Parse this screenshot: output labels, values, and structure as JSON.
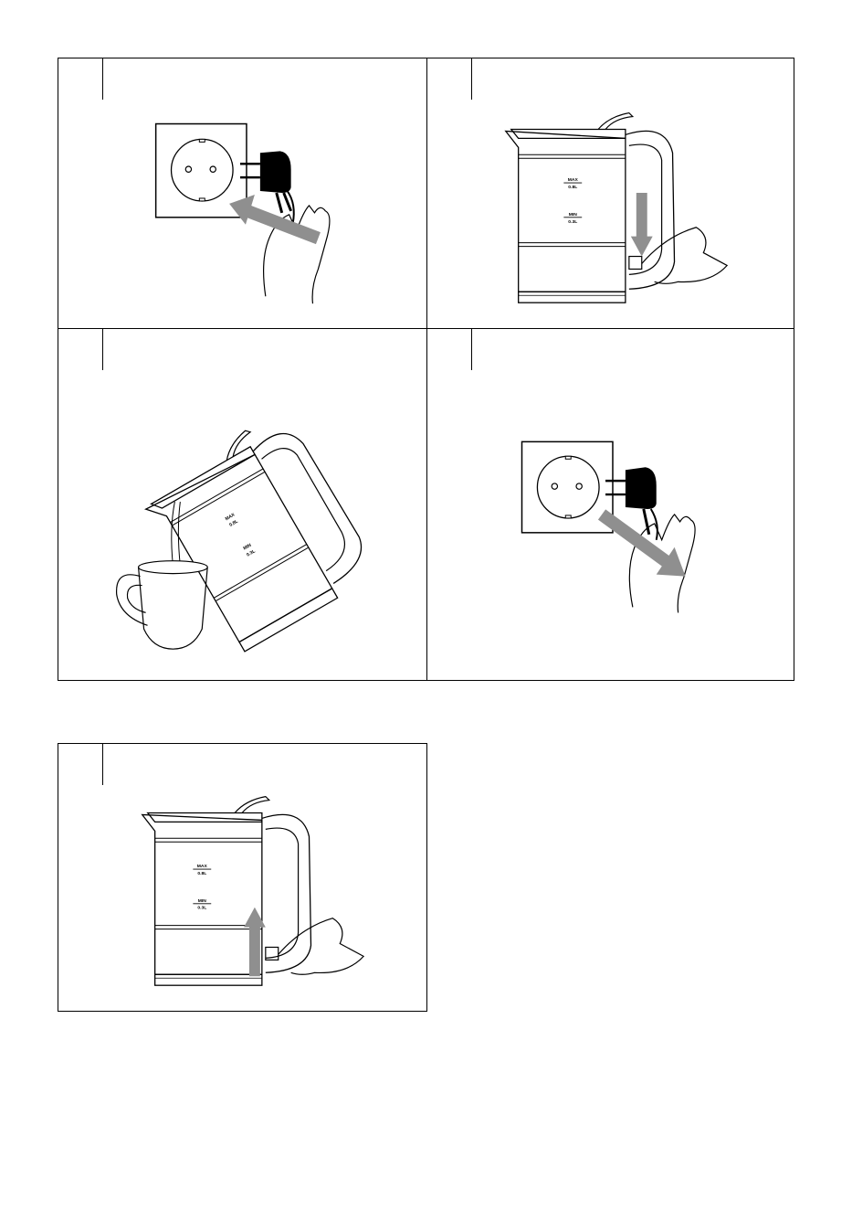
{
  "kettle_markings": {
    "max": "MAX",
    "max_volume": "0.8L",
    "min": "MIN",
    "min_volume": "0.3L"
  },
  "colors": {
    "arrow": "#8f8f8f",
    "line": "#000000",
    "plug": "#000000"
  }
}
